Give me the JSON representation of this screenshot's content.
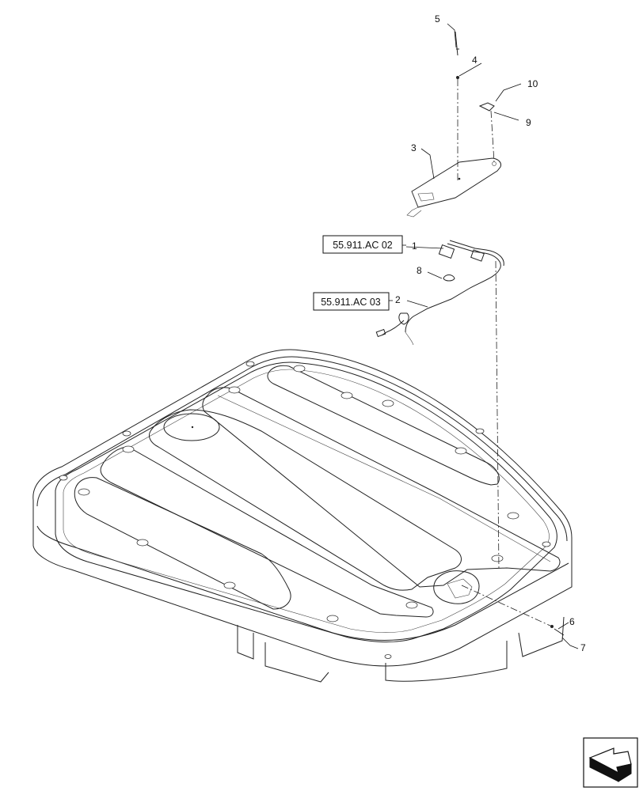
{
  "callouts": [
    "5",
    "4",
    "10",
    "9",
    "3",
    "1",
    "8",
    "2",
    "6",
    "7"
  ],
  "references": [
    "55.911.AC 02",
    "55.911.AC 03"
  ],
  "nav_icon": "next-page-arrow-icon"
}
